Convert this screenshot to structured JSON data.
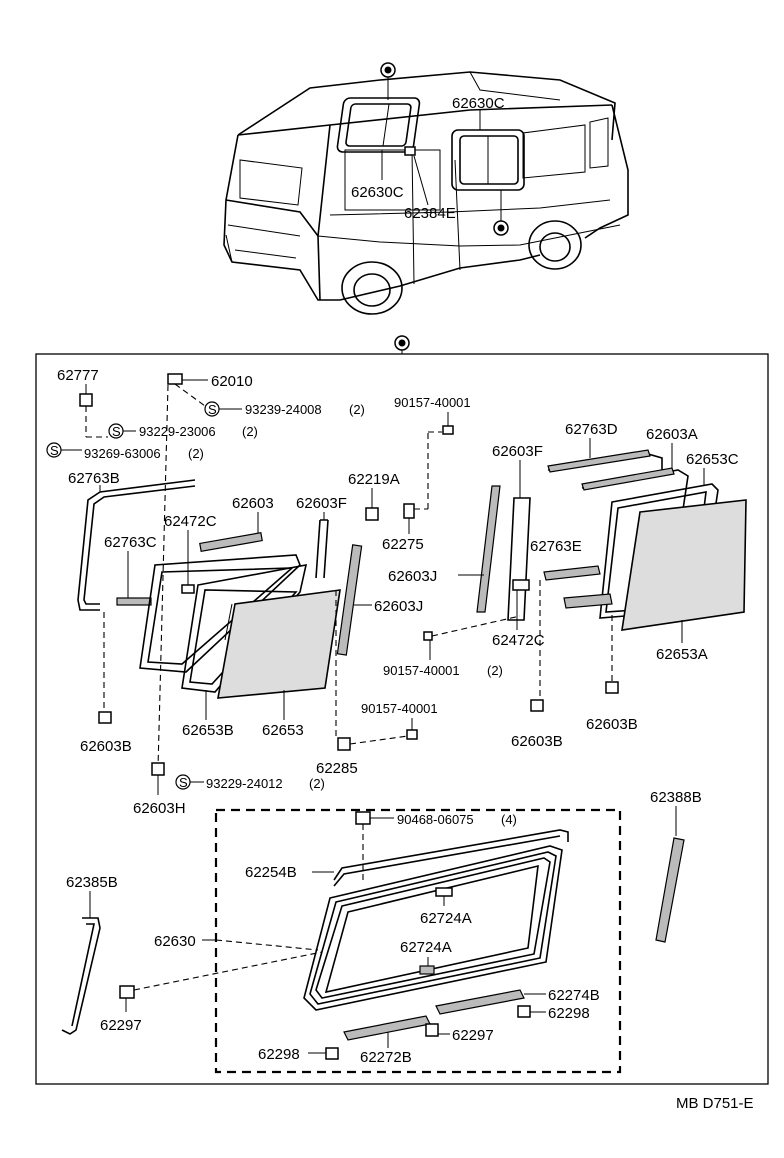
{
  "drawing_code": "MB D751-E",
  "van_labels": {
    "roof_window": "62630C",
    "left_window": "62630C",
    "clip": "62384E"
  },
  "top_parts": {
    "p62777": "62777",
    "p62010": "62010",
    "s93239": "93239-24008",
    "s93239_qty": "(2)",
    "s93229a": "93229-23006",
    "s93229a_qty": "(2)",
    "s93269": "93269-63006",
    "s93269_qty": "(2)",
    "screw_symbol": "S"
  },
  "left_window_parts": {
    "p62763B": "62763B",
    "p62472C": "62472C",
    "p62603": "62603",
    "p62603F": "62603F",
    "p62219A": "62219A",
    "p62763C": "62763C",
    "p62275": "62275",
    "p62603J": "62603J",
    "p62653B": "62653B",
    "p62653": "62653",
    "p62603B": "62603B",
    "p62285": "62285",
    "p62603H": "62603H",
    "s93229b": "93229-24012",
    "s93229b_qty": "(2)"
  },
  "middle_parts": {
    "b90157a": "90157-40001",
    "b90157b": "90157-40001",
    "b90157b_qty": "(2)",
    "b90157c": "90157-40001"
  },
  "right_window_parts": {
    "p62603F": "62603F",
    "p62763D": "62763D",
    "p62603A": "62603A",
    "p62653C": "62653C",
    "p62763E": "62763E",
    "p62603J": "62603J",
    "p62472C": "62472C",
    "p62653A": "62653A",
    "p62603B_a": "62603B",
    "p62603B_b": "62603B"
  },
  "roof_window_parts": {
    "p62388B": "62388B",
    "p90468": "90468-06075",
    "p90468_qty": "(4)",
    "p62254B": "62254B",
    "p62385B": "62385B",
    "p62724A_a": "62724A",
    "p62630": "62630",
    "p62724A_b": "62724A",
    "p62297_a": "62297",
    "p62274B": "62274B",
    "p62298_a": "62298",
    "p62297_b": "62297",
    "p62298_b": "62298",
    "p62272B": "62272B"
  }
}
